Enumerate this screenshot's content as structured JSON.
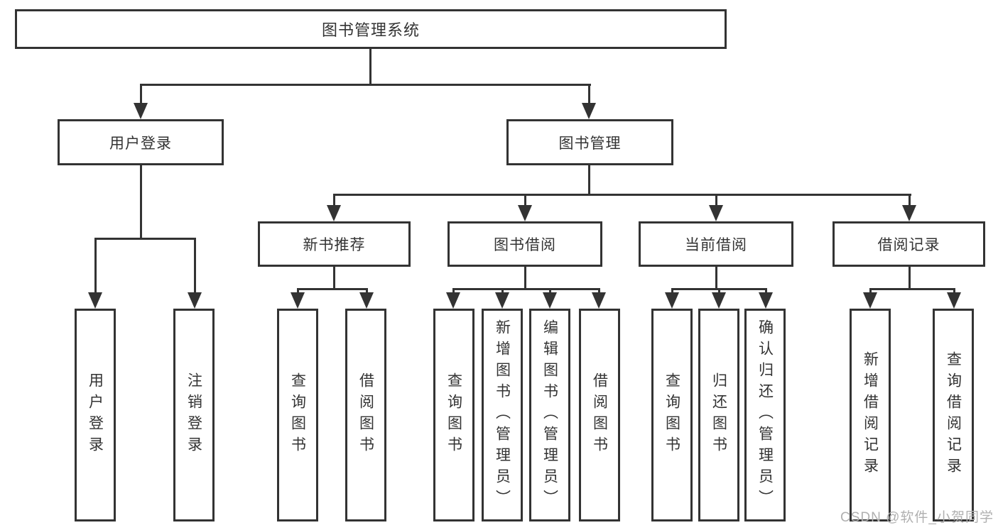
{
  "diagram": {
    "root": "图书管理系统",
    "level2": [
      {
        "label": "用户登录",
        "children": [
          "用户登录",
          "注销登录"
        ]
      },
      {
        "label": "图书管理",
        "groups": [
          {
            "label": "新书推荐",
            "children": [
              "查询图书",
              "借阅图书"
            ]
          },
          {
            "label": "图书借阅",
            "children": [
              "查询图书",
              "新增图书（管理员）",
              "编辑图书（管理员）",
              "借阅图书"
            ]
          },
          {
            "label": "当前借阅",
            "children": [
              "查询图书",
              "归还图书",
              "确认归还（管理员）"
            ]
          },
          {
            "label": "借阅记录",
            "children": [
              "新增借阅记录",
              "查询借阅记录"
            ]
          }
        ]
      }
    ]
  },
  "watermark": {
    "text": "CSDN @软件_小贺同学"
  },
  "colors": {
    "line": "#333333",
    "text": "#333333",
    "background": "#ffffff",
    "watermark": "#b0b0b0"
  }
}
